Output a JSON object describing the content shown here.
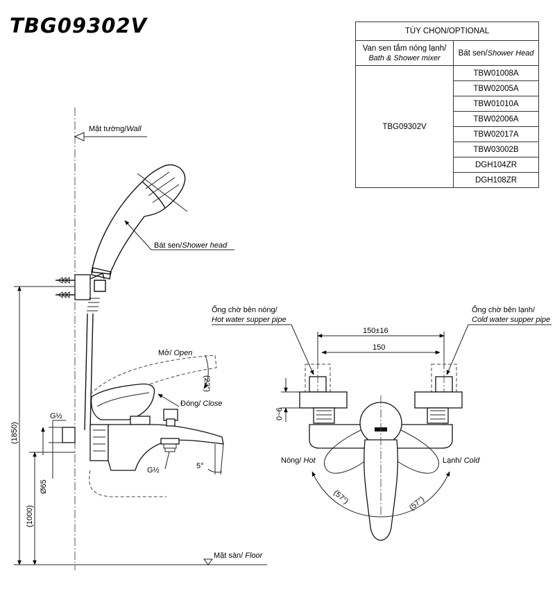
{
  "title": "TBG09302V",
  "options_table": {
    "header": "TÙY CHỌN/OPTIONAL",
    "col1_title": "Van sen tắm nóng lạnh/",
    "col1_subtitle": "Bath & Shower mixer",
    "col2_title": "Bát sen/",
    "col2_subtitle": "Shower Head",
    "mixer_model": "TBG09302V",
    "shower_heads": [
      "TBW01008A",
      "TBW02005A",
      "TBW01010A",
      "TBW02006A",
      "TBW02017A",
      "TBW03002B",
      "DGH104ZR",
      "DGH108ZR"
    ]
  },
  "side_view": {
    "wall_label": "Mặt tường/",
    "wall_label_en": "Wall",
    "shower_head_label": "Bát sen/",
    "shower_head_label_en": "Shower head",
    "open_label": "Mở/ ",
    "open_label_en": "Open",
    "open_angle": "(22°)",
    "close_label": "Đóng/ ",
    "close_label_en": "Close",
    "thread_wall": "G½",
    "thread_outlet": "G½",
    "spout_angle": "5°",
    "dim_total_height": "(1850)",
    "dim_mixer_height": "(1000)",
    "dim_flange": "Ø65",
    "floor_label": "Mặt sàn/ ",
    "floor_label_en": "Floor"
  },
  "front_view": {
    "hot_pipe_label": "Ống chờ bên nóng/",
    "hot_pipe_label_en": "Hot water supper pipe",
    "cold_pipe_label": "Ống chờ bên lạnh/",
    "cold_pipe_label_en": "Cold water supper pipe",
    "dim_outer": "150±16",
    "dim_inner": "150",
    "dim_depth": "0~6",
    "hot_label": "Nóng/ ",
    "hot_label_en": "Hot",
    "cold_label": "Lạnh/ ",
    "cold_label_en": "Cold",
    "angle_left": "(57°)",
    "angle_right": "(57°)"
  }
}
